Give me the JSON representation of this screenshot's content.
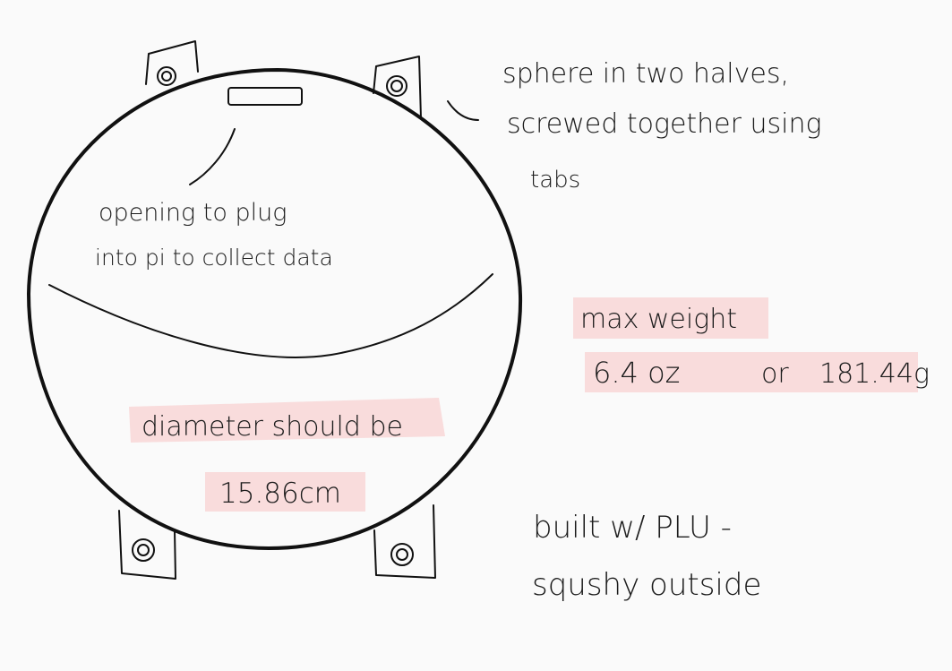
{
  "colors": {
    "paper": "#fafafa",
    "ink": "#111111",
    "highlight": "#f8d6d6"
  },
  "notes": {
    "sphere_line1": "sphere in two halves,",
    "sphere_line2": "screwed together using",
    "sphere_line3": "tabs",
    "opening_line1": "opening to plug",
    "opening_line2": "into pi to collect data",
    "weight_title": "max weight",
    "weight_oz": "6.4 oz",
    "weight_or": "or",
    "weight_g": "181.44g",
    "diameter_line1": "diameter should be",
    "diameter_value": "15.86cm",
    "material_line1": "built w/ PLU -",
    "material_line2": "squshy outside"
  },
  "diagram": {
    "parts": [
      "sphere",
      "tab",
      "opening",
      "seam"
    ]
  }
}
